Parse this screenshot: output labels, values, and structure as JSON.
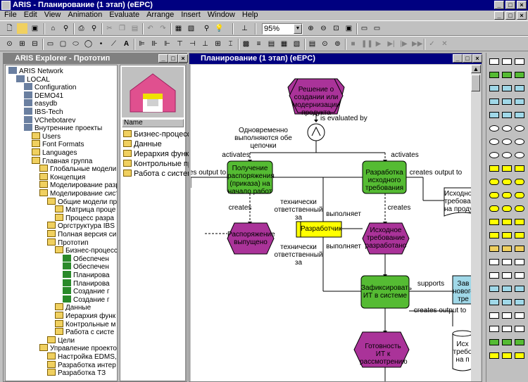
{
  "window": {
    "title": "ARIS - Планирование (1 этап) (eEPC)"
  },
  "menu": [
    "File",
    "Edit",
    "View",
    "Animation",
    "Evaluate",
    "Arrange",
    "Insert",
    "Window",
    "Help"
  ],
  "toolbar": {
    "zoom": "95%"
  },
  "explorer": {
    "title": "ARIS Explorer - Прототип",
    "tree": [
      {
        "label": "ARIS Network",
        "level": 0
      },
      {
        "label": "LOCAL",
        "level": 1
      },
      {
        "label": "Configuration",
        "level": 2
      },
      {
        "label": "DEMO41",
        "level": 2
      },
      {
        "label": "easydb",
        "level": 2
      },
      {
        "label": "IBS-Tech",
        "level": 2
      },
      {
        "label": "VChebotarev",
        "level": 2
      },
      {
        "label": "Внутренние проекты",
        "level": 2
      },
      {
        "label": "Users",
        "level": 3
      },
      {
        "label": "Font Formats",
        "level": 3
      },
      {
        "label": "Languages",
        "level": 3
      },
      {
        "label": "Главная группа",
        "level": 3
      },
      {
        "label": "Глобальные модели к",
        "level": 4
      },
      {
        "label": "Концепция",
        "level": 4
      },
      {
        "label": "Моделирование разра",
        "level": 4
      },
      {
        "label": "Моделирование систе",
        "level": 4
      },
      {
        "label": "Общие модели пр",
        "level": 5
      },
      {
        "label": "Матрица проце",
        "level": 6
      },
      {
        "label": "Процесс разра",
        "level": 6
      },
      {
        "label": "Оргструктура IBS",
        "level": 5
      },
      {
        "label": "Полная версия си",
        "level": 5
      },
      {
        "label": "Прототип",
        "level": 5
      },
      {
        "label": "Бизнес-процесс",
        "level": 6
      },
      {
        "label": "Обеспечен",
        "level": 7
      },
      {
        "label": "Обеспечен",
        "level": 7
      },
      {
        "label": "Планирова",
        "level": 7
      },
      {
        "label": "Планирова",
        "level": 7
      },
      {
        "label": "Создание г",
        "level": 7
      },
      {
        "label": "Создание г",
        "level": 7
      },
      {
        "label": "Данные",
        "level": 6
      },
      {
        "label": "Иерархия функ",
        "level": 6
      },
      {
        "label": "Контрольные м",
        "level": 6
      },
      {
        "label": "Работа с систе",
        "level": 6
      },
      {
        "label": "Цели",
        "level": 5
      },
      {
        "label": "Управление проектом",
        "level": 4
      },
      {
        "label": "Настройка EDMS,",
        "level": 5
      },
      {
        "label": "Разработка интер",
        "level": 5
      },
      {
        "label": "Разработка ТЗ",
        "level": 5
      }
    ]
  },
  "list": {
    "header": "Name",
    "items": [
      "Бизнес-процессы с",
      "Данные",
      "Иерархия функций",
      "Контрольные прим",
      "Работа с системой"
    ]
  },
  "diagram": {
    "title": "Планирование (1 этап) (eEPC)",
    "event_top": "Решение о создании или модернизации продукта",
    "is_evaluated_by": "is evaluated by",
    "and_label": "Одновременно выполняются обе цепочки",
    "activates_left": "activates",
    "activates_right": "activates",
    "func1": "Получение распоряжения (приказа) на начало работ",
    "func2": "Разработка исходного требования",
    "creates_output_left": "es output to",
    "creates_output_right": "creates output to",
    "doc_right": "Исходно требован на проду",
    "creates1": "creates",
    "creates2": "creates",
    "tech_resp1": "технически ответственный за",
    "performs1": "выполняет",
    "role": "Разработчик",
    "event2": "Распоряжение выпущено",
    "event3": "Исходное требование разработано",
    "tech_resp2": "технически ответственный за",
    "performs2": "выполняет",
    "func3": "Зафиксировать ИТ в системе",
    "supports": "supports",
    "system": "Зав нового тре",
    "creates_output3": "creates output to",
    "event4": "Готовность ИТ к рассмотрению",
    "doc_bottom": "Исх требо на п"
  },
  "colors": {
    "title_active": "#000080",
    "function": "#55bb33",
    "event": "#aa3399",
    "role": "#ffff00",
    "system": "#a0d8e8"
  }
}
